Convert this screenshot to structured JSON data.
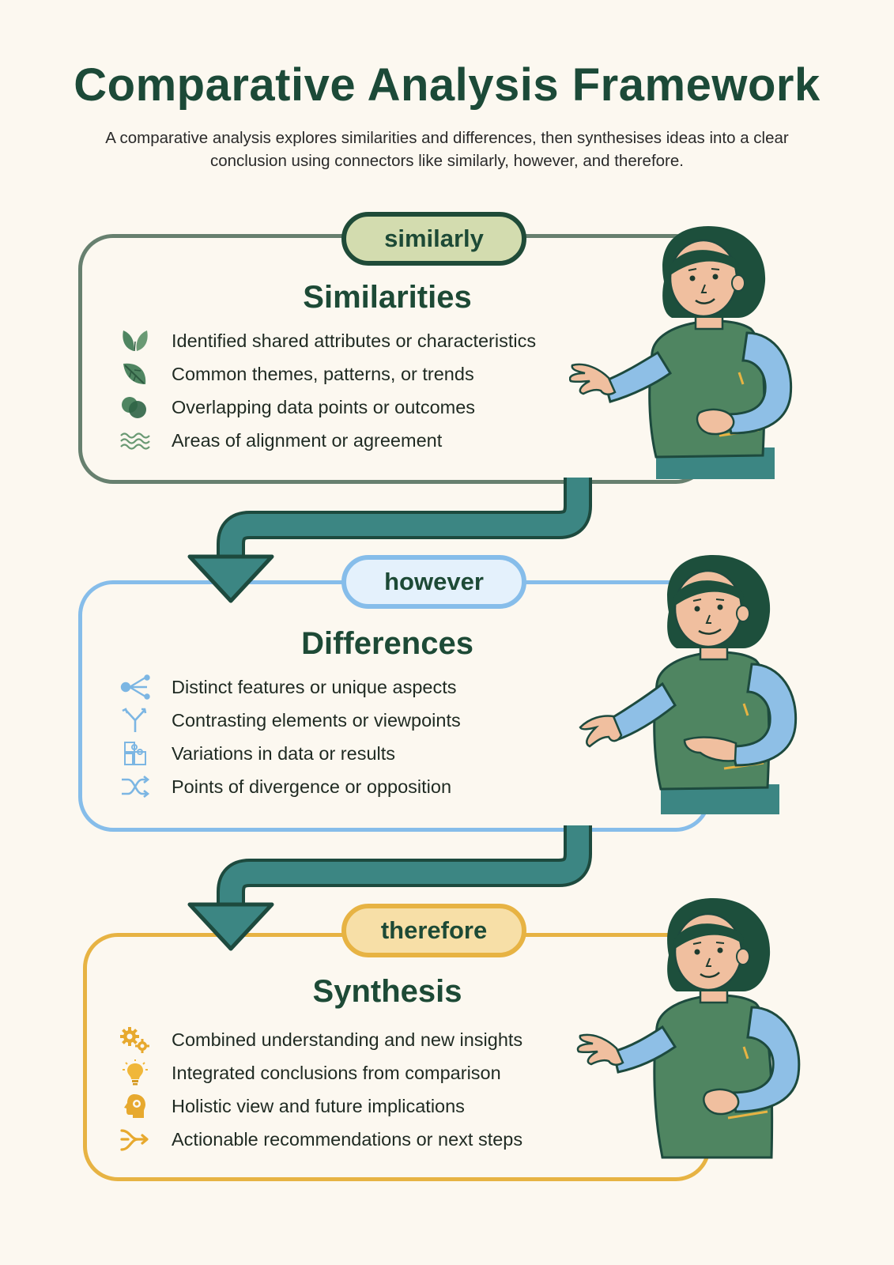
{
  "title": "Comparative Analysis Framework",
  "subtitle": "A comparative analysis explores similarities and differences, then synthesises ideas into a clear conclusion using connectors like similarly, however, and therefore.",
  "sections": [
    {
      "connector": "similarly",
      "heading": "Similarities",
      "color": "#67806f",
      "items": [
        {
          "icon": "leaf-pair-icon",
          "text": "Identified shared attributes or characteristics"
        },
        {
          "icon": "leaf-icon",
          "text": "Common themes, patterns, or trends"
        },
        {
          "icon": "overlapping-circles-icon",
          "text": "Overlapping data points or outcomes"
        },
        {
          "icon": "waves-icon",
          "text": "Areas of alignment or agreement"
        }
      ]
    },
    {
      "connector": "however",
      "heading": "Differences",
      "color": "#86bdea",
      "items": [
        {
          "icon": "branching-icon",
          "text": "Distinct features or unique aspects"
        },
        {
          "icon": "fork-icon",
          "text": "Contrasting elements or viewpoints"
        },
        {
          "icon": "puzzle-icon",
          "text": "Variations in data or results"
        },
        {
          "icon": "shuffle-icon",
          "text": "Points of divergence or opposition"
        }
      ]
    },
    {
      "connector": "therefore",
      "heading": "Synthesis",
      "color": "#e7b343",
      "items": [
        {
          "icon": "gears-icon",
          "text": "Combined understanding and new insights"
        },
        {
          "icon": "lightbulb-icon",
          "text": "Integrated conclusions from comparison"
        },
        {
          "icon": "head-gear-icon",
          "text": "Holistic view and future implications"
        },
        {
          "icon": "merge-arrows-icon",
          "text": "Actionable recommendations or next steps"
        }
      ]
    }
  ],
  "colors": {
    "background": "#fcf8f0",
    "title": "#1c4a38",
    "arrow": "#3c8683",
    "arrow_outline": "#1d4a3e",
    "sweater": "#4f8561",
    "sleeve": "#8ebfe6",
    "skin": "#f0bf9f",
    "hair": "#1d4f3c"
  }
}
